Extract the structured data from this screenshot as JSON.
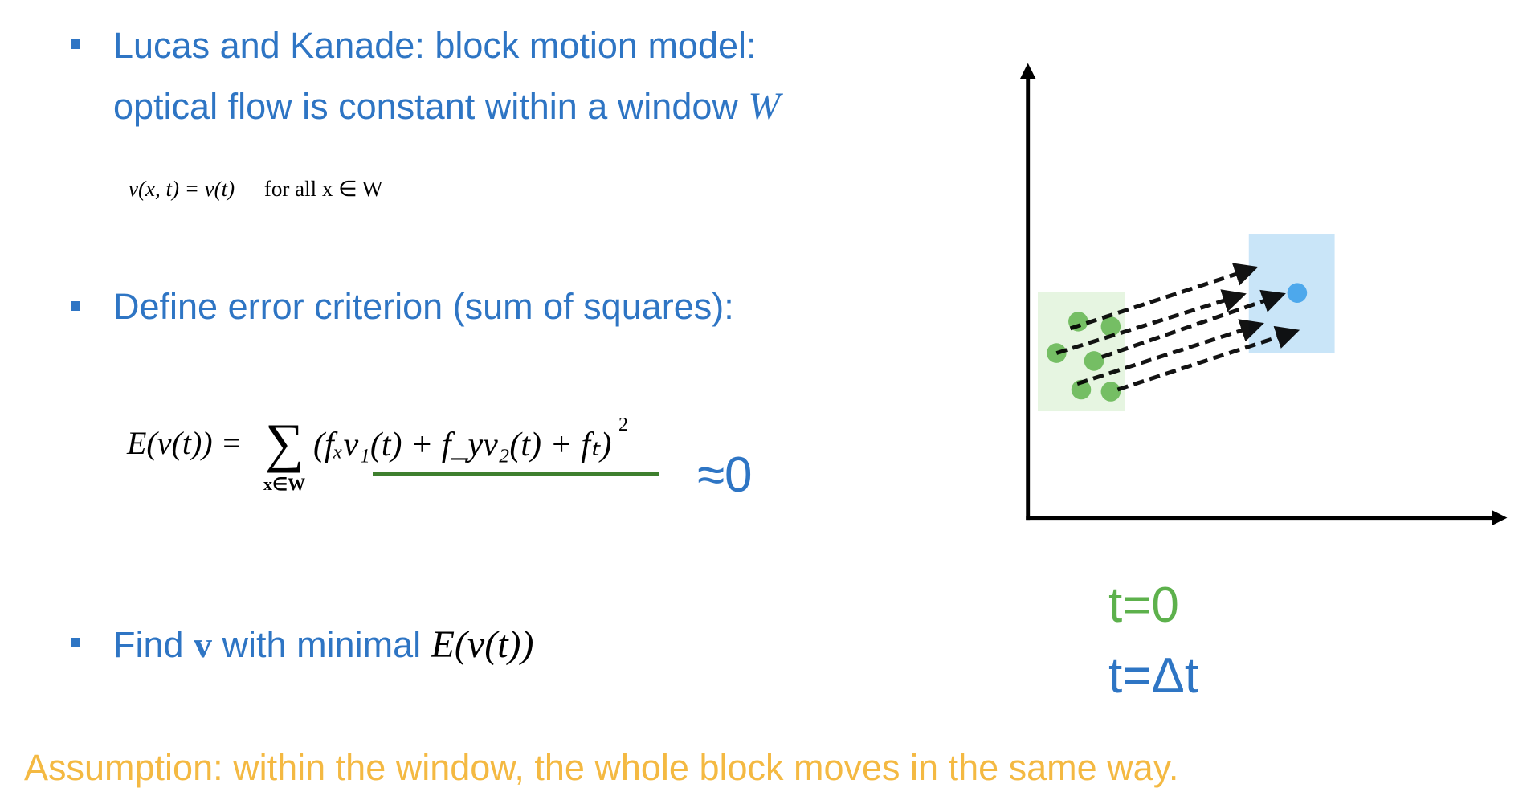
{
  "bullets": [
    {
      "line1": "Lucas and Kanade: block motion model:",
      "line2_prefix": "optical flow is constant within a window ",
      "line2_var": "W"
    },
    {
      "text": "Define error criterion (sum of squares):"
    },
    {
      "prefix": "Find ",
      "var": "v",
      "middle": " with minimal ",
      "expr": "E(v(t))"
    }
  ],
  "formula1": {
    "lhs": "v(x, t) = v(t)",
    "rhs": "for all  x ∈ W"
  },
  "formula2": {
    "lhs": "E(v(t)) =",
    "sum": "∑",
    "sum_sub": "x∈W",
    "body": "(fₓv₁(t) + f_yv₂(t) + fₜ)",
    "power": "2"
  },
  "approx": "≈0",
  "labels": {
    "t0": "t=0",
    "tdt": "t=Δt"
  },
  "assumption": "Assumption: within the window, the whole block moves in the same way.",
  "colors": {
    "blue": "#2E75C4",
    "green": "#5DB14C",
    "underline": "#3E7F2E",
    "yellow": "#F4B942",
    "window0": "#E6F5E1",
    "window1": "#C9E5F8",
    "dot_blue": "#4DA8EC"
  }
}
